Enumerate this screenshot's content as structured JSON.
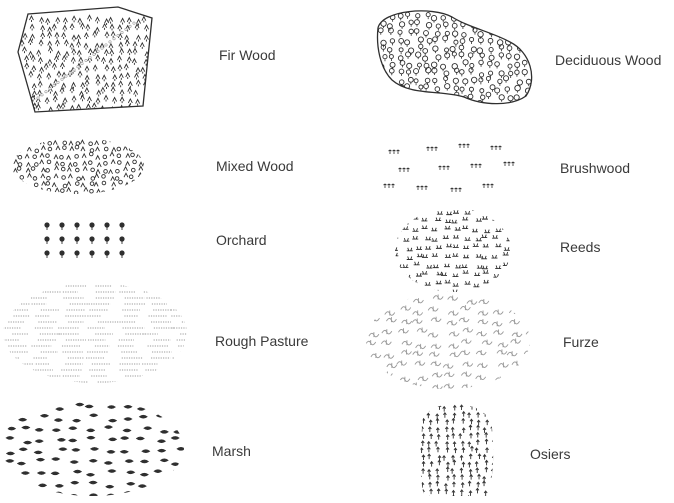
{
  "legend": {
    "left": [
      {
        "id": "fir-wood",
        "label": "Fir Wood",
        "icon": "fir-wood-icon"
      },
      {
        "id": "mixed-wood",
        "label": "Mixed Wood",
        "icon": "mixed-wood-icon"
      },
      {
        "id": "orchard",
        "label": "Orchard",
        "icon": "orchard-icon"
      },
      {
        "id": "rough-pasture",
        "label": "Rough Pasture",
        "icon": "rough-pasture-icon"
      },
      {
        "id": "marsh",
        "label": "Marsh",
        "icon": "marsh-icon"
      }
    ],
    "right": [
      {
        "id": "deciduous-wood",
        "label": "Deciduous Wood",
        "icon": "deciduous-wood-icon"
      },
      {
        "id": "brushwood",
        "label": "Brushwood",
        "icon": "brushwood-icon"
      },
      {
        "id": "reeds",
        "label": "Reeds",
        "icon": "reeds-icon"
      },
      {
        "id": "furze",
        "label": "Furze",
        "icon": "furze-icon"
      },
      {
        "id": "osiers",
        "label": "Osiers",
        "icon": "osiers-icon"
      }
    ]
  },
  "colors": {
    "ink": "#2f2f2f",
    "light_ink": "#9a9a9a",
    "label": "#3a3a3a"
  }
}
